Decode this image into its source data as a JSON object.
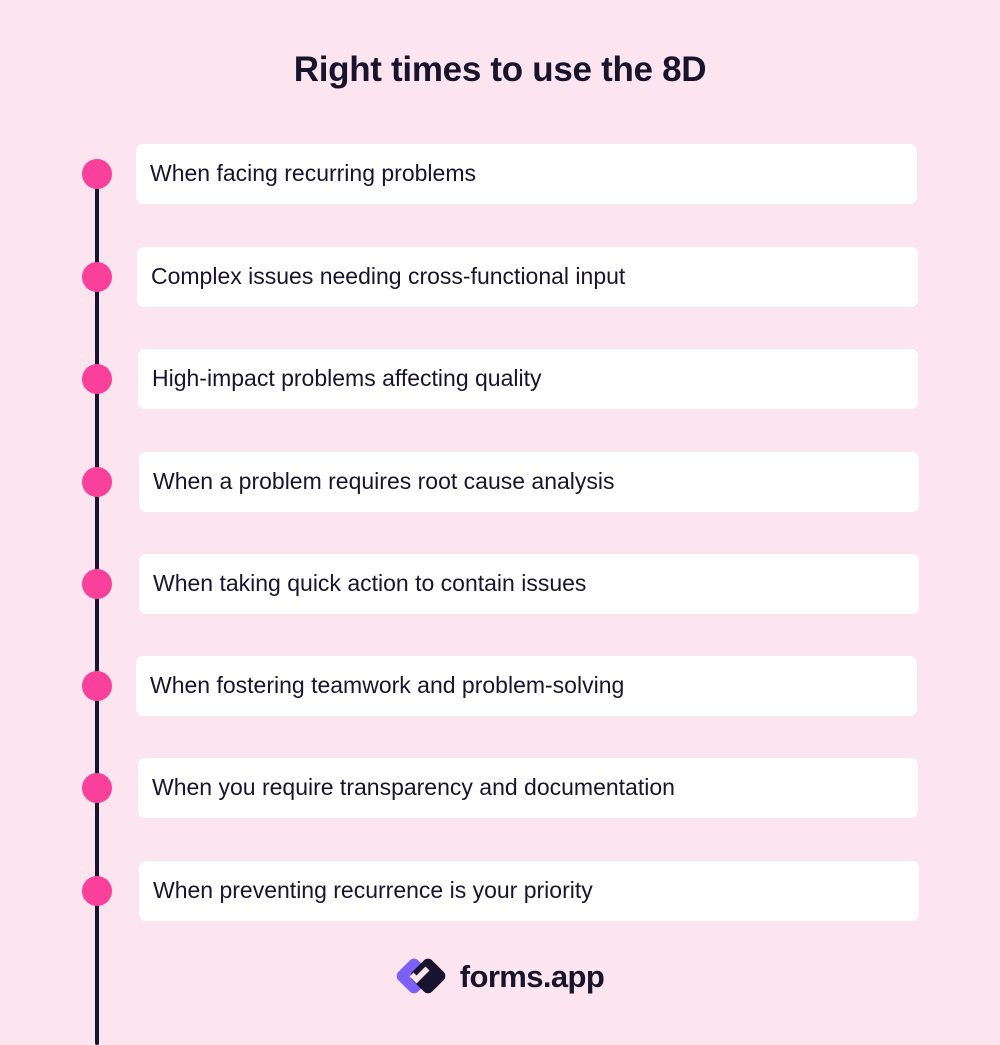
{
  "header": {
    "title": "Right times to use the 8D"
  },
  "timeline": {
    "items": [
      {
        "label": "When facing recurring problems"
      },
      {
        "label": "Complex issues needing cross-functional input"
      },
      {
        "label": "High-impact problems affecting quality"
      },
      {
        "label": "When a problem requires root cause analysis"
      },
      {
        "label": "When taking quick action to contain issues"
      },
      {
        "label": "When fostering teamwork and problem-solving"
      },
      {
        "label": "When you require transparency and documentation"
      },
      {
        "label": "When preventing recurrence is your priority"
      }
    ]
  },
  "brand": {
    "name": "forms.app",
    "logo_icon": "forms-app-logo-icon"
  },
  "colors": {
    "background": "#fce5ef",
    "card": "#ffffff",
    "text": "#19142e",
    "accent_dot": "#f9409a",
    "timeline_line": "#19142e",
    "logo_purple": "#7b61f8",
    "logo_dark": "#19142e"
  }
}
